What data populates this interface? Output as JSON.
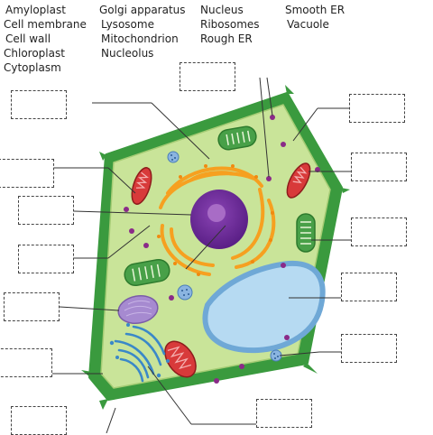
{
  "word_bank": [
    "Amyloplast",
    "Cell membrane",
    "Cell wall",
    "Chloroplast",
    "Cytoplasm",
    "Golgi apparatus",
    "Lysosome",
    "Mitochondrion",
    "Nucleolus",
    "Nucleus",
    "Ribosomes",
    "Rough ER",
    "Smooth ER",
    "Vacuole"
  ],
  "colors": {
    "cell_wall": "#3a9a3e",
    "cytoplasm": "#c9e499",
    "vacuole": "#b6daf2",
    "nucleus": "#6a2a96",
    "nucleolus": "#a86cc6",
    "rough_er": "#f6a020",
    "mitochondrion": "#d83a3a",
    "chloroplast": "#48a048",
    "golgi": "#3a88c8",
    "lysosome": "#a68ad0",
    "ribosome": "#8a2a88"
  }
}
